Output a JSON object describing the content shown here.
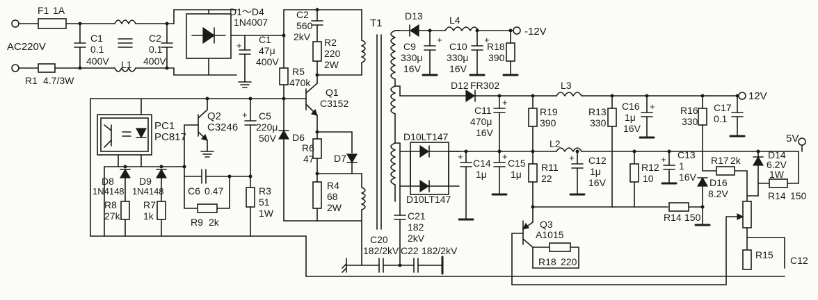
{
  "terminals": {
    "ac_in": "AC220V",
    "out_neg12": "-12V",
    "out_12": "12V",
    "out_5": "5V"
  },
  "fuse": {
    "ref": "F1",
    "value": "1A"
  },
  "r1": {
    "ref": "R1",
    "value": "4.7/3W"
  },
  "c1_in": {
    "ref": "C1",
    "v1": "0.1",
    "v2": "400V"
  },
  "l1": {
    "ref": "L1"
  },
  "c2_in": {
    "ref": "C2",
    "v1": "0.1",
    "v2": "400V"
  },
  "bridge": {
    "ref": "D1～D4",
    "part": "1N4007"
  },
  "c1_bulk": {
    "ref": "C1",
    "v1": "47μ",
    "v2": "400V"
  },
  "c2_snub": {
    "ref": "C2",
    "v1": "560",
    "v2": "2kV"
  },
  "r2": {
    "ref": "R2",
    "v1": "220",
    "v2": "2W"
  },
  "r5": {
    "ref": "R5",
    "value": "470k"
  },
  "q1": {
    "ref": "Q1",
    "part": "C3152"
  },
  "t1": {
    "ref": "T1"
  },
  "pc1": {
    "ref": "PC1",
    "part": "PC817"
  },
  "q2": {
    "ref": "Q2",
    "part": "C3246"
  },
  "c5": {
    "ref": "C5",
    "v1": "220μ",
    "v2": "50V"
  },
  "d6": {
    "ref": "D6"
  },
  "r6": {
    "ref": "R6",
    "value": "47"
  },
  "d7": {
    "ref": "D7"
  },
  "d8": {
    "ref": "D8",
    "part": "1N4148"
  },
  "d9": {
    "ref": "D9",
    "part": "1N4148"
  },
  "c6": {
    "ref": "C6",
    "value": "0.47"
  },
  "r8": {
    "ref": "R8",
    "value": "27k"
  },
  "r7": {
    "ref": "R7",
    "value": "1k"
  },
  "r9": {
    "ref": "R9",
    "value": "2k"
  },
  "r3": {
    "ref": "R3",
    "v1": "51",
    "v2": "1W"
  },
  "r4": {
    "ref": "R4",
    "v1": "68",
    "v2": "2W"
  },
  "d13": {
    "ref": "D13"
  },
  "l4": {
    "ref": "L4"
  },
  "c9": {
    "ref": "C9",
    "v1": "330μ",
    "v2": "16V"
  },
  "c10": {
    "ref": "C10",
    "v1": "330μ",
    "v2": "16V"
  },
  "r18_out": {
    "ref": "R18",
    "value": "390"
  },
  "d12": {
    "ref": "D12",
    "part": "FR302"
  },
  "l3": {
    "ref": "L3"
  },
  "c11": {
    "ref": "C11",
    "v1": "470μ",
    "v2": "16V"
  },
  "r19": {
    "ref": "R19",
    "value": "390"
  },
  "r13": {
    "ref": "R13",
    "value": "330"
  },
  "c16": {
    "ref": "C16",
    "v1": "1μ",
    "v2": "16V"
  },
  "r16": {
    "ref": "R16",
    "value": "330"
  },
  "c17": {
    "ref": "C17",
    "value": "0.1"
  },
  "d10a": {
    "label": "D10LT147"
  },
  "d10b": {
    "label": "D10LT147"
  },
  "c14": {
    "ref": "C14",
    "value": "1μ"
  },
  "c15": {
    "ref": "C15",
    "value": "1μ"
  },
  "r11": {
    "ref": "R11",
    "value": "22"
  },
  "l2": {
    "ref": "L2"
  },
  "c12": {
    "ref": "C12",
    "v1": "1μ",
    "v2": "16V"
  },
  "r12": {
    "ref": "R12",
    "value": "10"
  },
  "c13": {
    "ref": "C13",
    "v1": "1",
    "v2": "16V"
  },
  "r17": {
    "ref": "R17",
    "value": "2k"
  },
  "d14": {
    "ref": "D14",
    "v1": "6.2V",
    "v2": "1W"
  },
  "d16": {
    "ref": "D16",
    "value": "8.2V"
  },
  "r14a": {
    "ref": "R14",
    "value": "150"
  },
  "r14b": {
    "ref": "R14",
    "value": "150"
  },
  "c21": {
    "ref": "C21",
    "v1": "182",
    "v2": "2kV"
  },
  "c20": {
    "ref": "C20",
    "value": "182/2kV"
  },
  "c22": {
    "ref": "C22",
    "value": "182/2kV"
  },
  "q3": {
    "ref": "Q3",
    "part": "A1015"
  },
  "r18_q3": {
    "ref": "R18",
    "value": "220"
  },
  "r15": {
    "ref": "R15"
  },
  "c12_bot": {
    "ref": "C12"
  }
}
